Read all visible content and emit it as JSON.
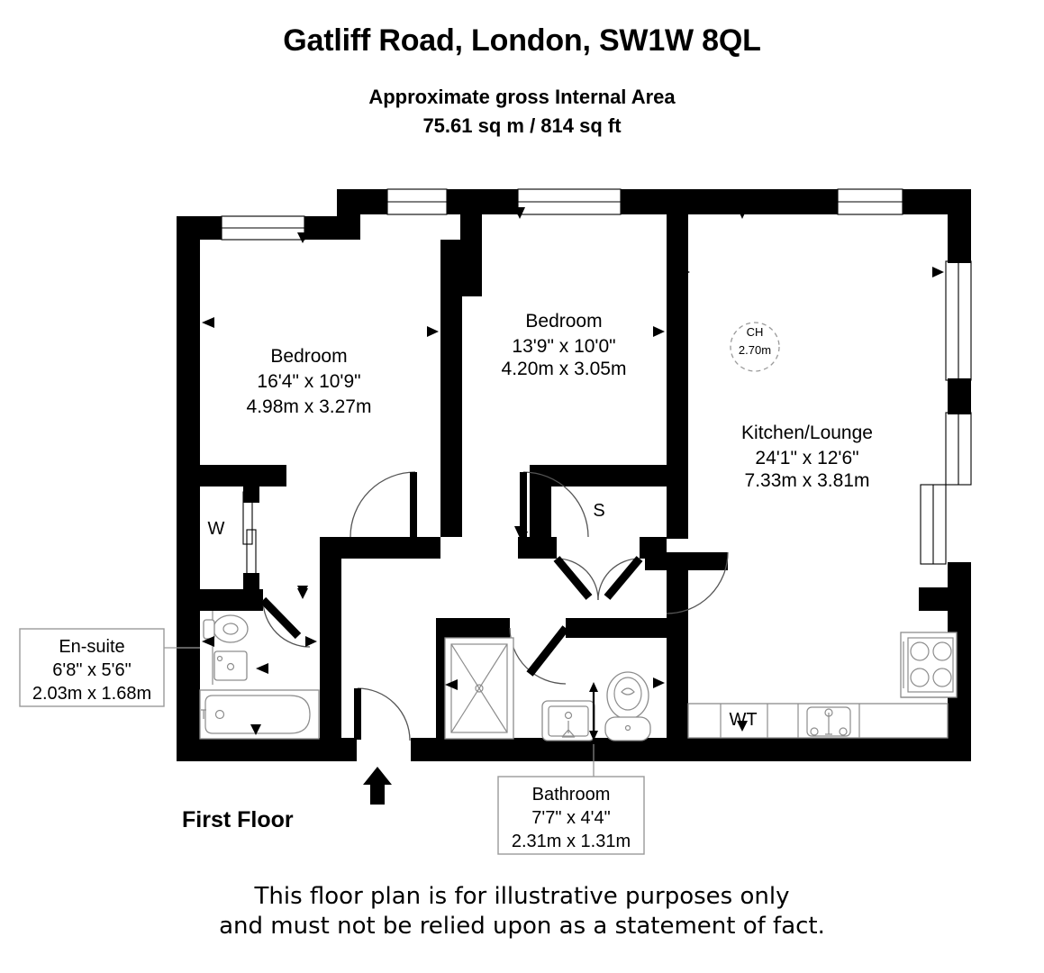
{
  "header": {
    "title": "Gatliff Road, London, SW1W 8QL",
    "area_line1": "Approximate gross Internal Area",
    "area_line2": "75.61 sq m / 814 sq ft"
  },
  "floor_label": "First Floor",
  "footer": {
    "line1": "This floor plan is for illustrative purposes only",
    "line2": "and must not be relied upon as a statement of fact."
  },
  "ceiling_height": {
    "code": "CH",
    "value": "2.70m"
  },
  "rooms": [
    {
      "key": "bedroom_main",
      "name": "Bedroom",
      "imperial": "16'4\" x 10'9\"",
      "metric": "4.98m x 3.27m"
    },
    {
      "key": "bedroom_second",
      "name": "Bedroom",
      "imperial": "13'9\" x 10'0\"",
      "metric": "4.20m x 3.05m"
    },
    {
      "key": "kitchen_lounge",
      "name": "Kitchen/Lounge",
      "imperial": "24'1\" x 12'6\"",
      "metric": "7.33m x 3.81m"
    },
    {
      "key": "ensuite",
      "name": "En-suite",
      "imperial": "6'8\" x 5'6\"",
      "metric": "2.03m x 1.68m"
    },
    {
      "key": "bathroom",
      "name": "Bathroom",
      "imperial": "7'7\" x 4'4\"",
      "metric": "2.31m x 1.31m"
    }
  ],
  "markers": {
    "wardrobe": "W",
    "storage": "S",
    "washer": "WT"
  },
  "colors": {
    "wall": "#000000",
    "fixture_stroke": "#8d8d8d",
    "callout_border": "#9a9a9a",
    "background": "#ffffff"
  }
}
